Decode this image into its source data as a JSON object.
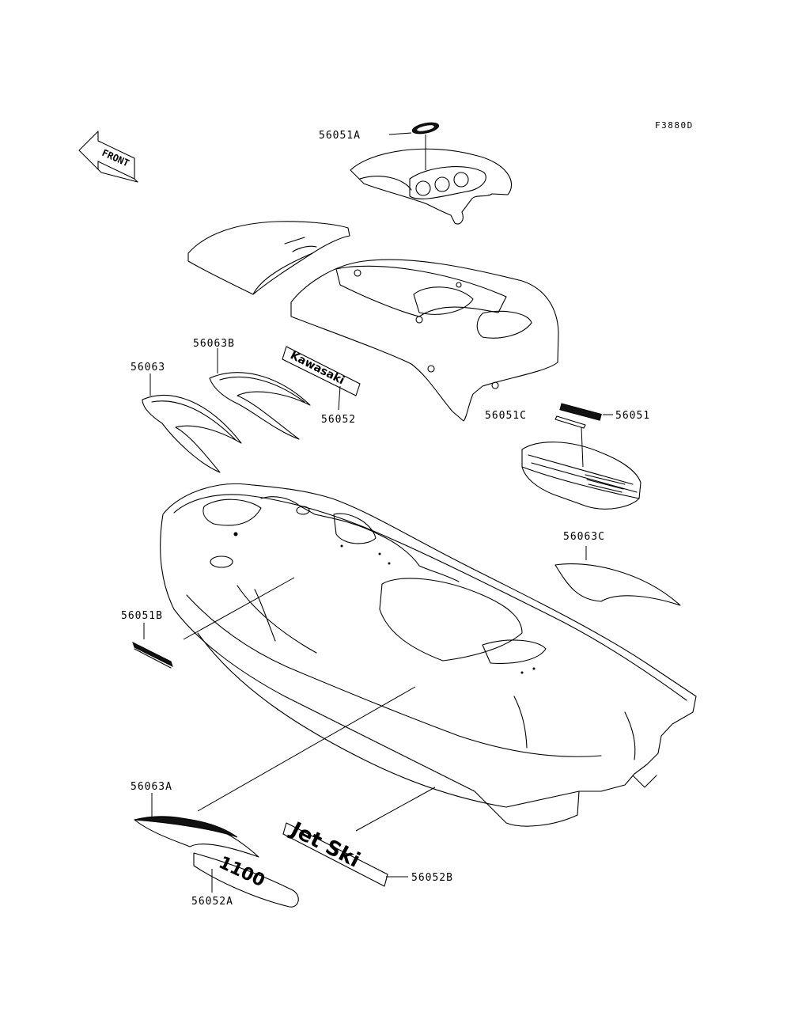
{
  "figure_code": "F3880D",
  "front_arrow_text": "FRONT",
  "decal_texts": {
    "kawasaki": "Kawasaki",
    "jet_ski": "Jet Ski",
    "model_1100": "1100"
  },
  "labels": {
    "p56051A": "56051A",
    "p56063B": "56063B",
    "p56063": "56063",
    "p56052": "56052",
    "p56051C": "56051C",
    "p56051": "56051",
    "p56063C": "56063C",
    "p56051B": "56051B",
    "p56063A": "56063A",
    "p56052A": "56052A",
    "p56052B": "56052B"
  },
  "colors": {
    "line": "#000000",
    "background": "#ffffff"
  }
}
